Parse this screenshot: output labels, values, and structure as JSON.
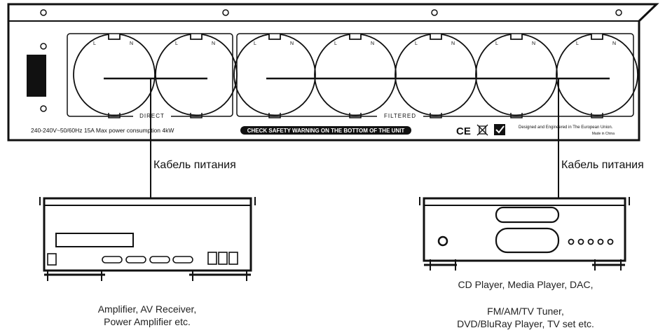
{
  "panel": {
    "direct_label": "DIRECT",
    "filtered_label": "FILTERED",
    "spec_text": "240-240V~50/60Hz 15A   Max power consumption 4kW",
    "warning_text": "CHECK SAFETY WARNING ON THE BOTTOM OF THE UNIT",
    "ce_mark": "CE",
    "made_text": "Designed and Engineered in The European Union.",
    "made_sub": "Made in China",
    "socket_l": "L",
    "socket_n": "N"
  },
  "cables": {
    "left_label": "Кабель питания",
    "right_label": "Кабель питания"
  },
  "devices": {
    "left_caption_line1": "Amplifier, AV Receiver,",
    "left_caption_line2": "Power Amplifier etc.",
    "right_caption_line1": "CD Player, Media Player, DAC,",
    "right_caption_line2": "FM/AM/TV Tuner,",
    "right_caption_line3": "DVD/BluRay Player, TV set etc."
  },
  "icons": [
    "screw-icon",
    "power-inlet-icon",
    "outlet-socket-icon",
    "ce-mark-icon",
    "weee-bin-icon",
    "checkmark-icon"
  ]
}
